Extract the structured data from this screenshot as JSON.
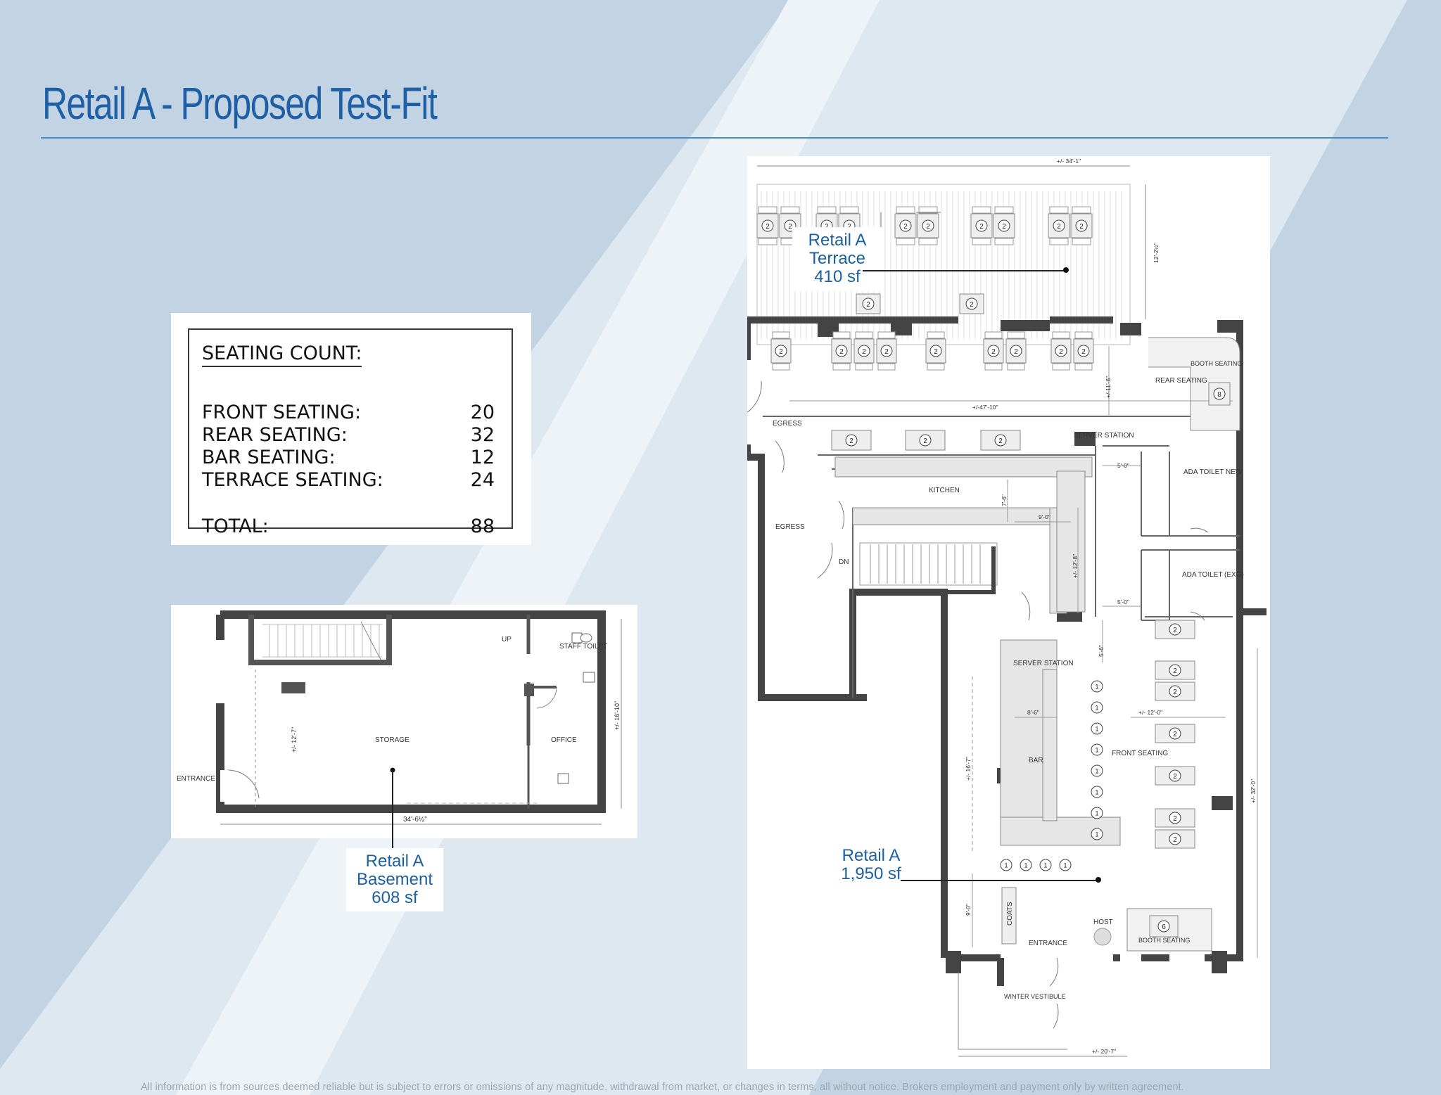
{
  "page": {
    "title": "Retail A - Proposed Test-Fit",
    "disclaimer": "All information is from sources deemed reliable but is subject to errors or omissions of any magnitude, withdrawal from market, or changes in terms, all without notice. Brokers employment and payment only by written agreement."
  },
  "seating": {
    "heading": "SEATING COUNT:",
    "rows": [
      {
        "label": "FRONT SEATING:",
        "value": "20"
      },
      {
        "label": "REAR SEATING:",
        "value": "32"
      },
      {
        "label": "BAR SEATING:",
        "value": "12"
      },
      {
        "label": "TERRACE SEATING:",
        "value": "24"
      }
    ],
    "total": {
      "label": "TOTAL:",
      "value": "88"
    }
  },
  "callouts": {
    "terrace": [
      "Retail A",
      "Terrace",
      "410 sf"
    ],
    "basement": [
      "Retail A",
      "Basement",
      "608 sf"
    ],
    "retail": [
      "Retail A",
      "1,950 sf"
    ]
  },
  "basement_plan": {
    "labels": {
      "up": "UP",
      "staff_toilet": "STAFF TOILET",
      "storage": "STORAGE",
      "office": "OFFICE",
      "entrance": "ENTRANCE"
    },
    "dims": {
      "height_left": "+/- 12'-7\"",
      "height_right": "+/- 16'-10\"",
      "width": "34'-6½\""
    }
  },
  "main_plan": {
    "labels": {
      "egress_top": "EGRESS",
      "egress_mid": "EGRESS",
      "rear_seating": "REAR SEATING",
      "booth_rear": "BOOTH SEATING",
      "server_station_top": "SERVER STATION",
      "kitchen": "KITCHEN",
      "dn": "DN",
      "ada_new": "ADA TOILET NEW",
      "ada_exg": "ADA TOILET (EXG)",
      "server_station_mid": "SERVER STATION",
      "bar": "BAR",
      "front_seating": "FRONT SEATING",
      "coats": "COATS",
      "host": "HOST",
      "entrance": "ENTRANCE",
      "booth_front": "BOOTH SEATING",
      "winter_vestibule": "WINTER VESTIBULE"
    },
    "dims": {
      "terrace_width": "+/- 34'-1\"",
      "terrace_depth": "12'-2½\"",
      "rear_width": "+/-47'-10\"",
      "rear_depth": "+/-11'-6\"",
      "kitchen_depth": "7'-6\"",
      "kitchen_width": "9'-0\"",
      "kitchen_len": "+/- 12'-8\"",
      "toilet_top": "5'-0\"",
      "toilet_mid": "5'-0\"",
      "server_gap": "5'-6\"",
      "bar_width": "8'-6\"",
      "front_width": "+/- 12'-0\"",
      "bar_depth": "+/- 16'-7\"",
      "front_depth": "+/- 32'-0\"",
      "entry_depth": "9'-0\"",
      "vestibule_width": "+/- 20'-7\""
    },
    "table_seats": {
      "terrace": "2",
      "rear_booth": "8",
      "front_booth": "6",
      "bar": "1"
    }
  }
}
